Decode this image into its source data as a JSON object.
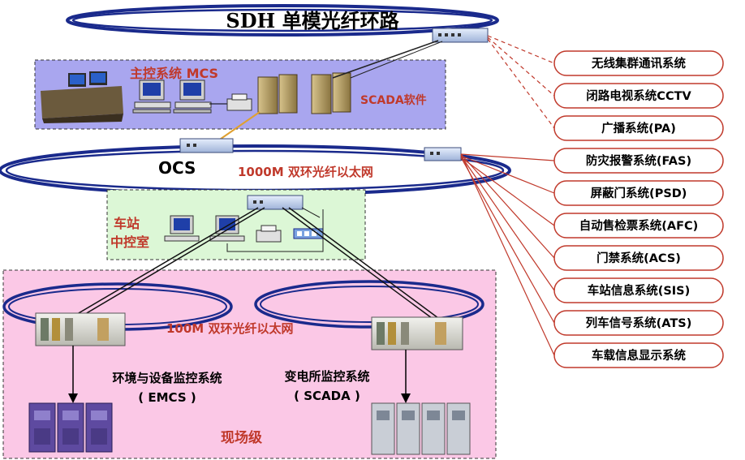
{
  "ring_top": {
    "label": "SDH 单模光纤环路"
  },
  "mcs": {
    "label": "主控系统 MCS",
    "scada_software": "SCADA软件"
  },
  "ocs": {
    "label": "OCS",
    "network": "1000M 双环光纤以太网"
  },
  "station": {
    "label_line1": "车站",
    "label_line2": "中控室"
  },
  "field": {
    "network": "100M 双环光纤以太网",
    "emcs_name": "环境与设备监控系统",
    "emcs_abbr": "( EMCS )",
    "scada_name": "变电所监控系统",
    "scada_abbr": "( SCADA )",
    "level": "现场级"
  },
  "systems": [
    {
      "label": "无线集群通讯系统",
      "link": "dashed"
    },
    {
      "label": "闭路电视系统CCTV",
      "link": "dashed"
    },
    {
      "label": "广播系统(PA)",
      "link": "dashed"
    },
    {
      "label": "防灾报警系统(FAS)",
      "link": "solid"
    },
    {
      "label": "屏蔽门系统(PSD)",
      "link": "solid"
    },
    {
      "label": "自动售检票系统(AFC)",
      "link": "solid"
    },
    {
      "label": "门禁系统(ACS)",
      "link": "solid"
    },
    {
      "label": "车站信息系统(SIS)",
      "link": "solid"
    },
    {
      "label": "列车信号系统(ATS)",
      "link": "solid"
    },
    {
      "label": "车载信息显示系统",
      "link": "solid"
    }
  ],
  "colors": {
    "ring": "#1a2a8c",
    "red": "#c0392b",
    "mcs_bg": "#a9a6ef",
    "station_bg": "#dcf7d6",
    "field_bg": "#fbc8e6"
  }
}
